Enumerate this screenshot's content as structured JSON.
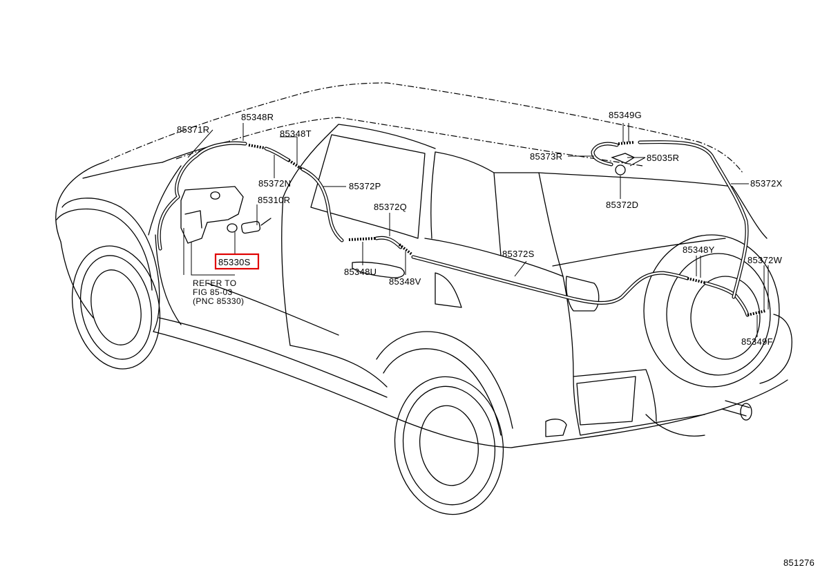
{
  "diagram_id": "851276",
  "highlight_color": "#e00000",
  "highlighted_part": "85330S",
  "parts": {
    "p85371R": "85371R",
    "p85348R": "85348R",
    "p85348T": "85348T",
    "p85372N": "85372N",
    "p85372P": "85372P",
    "p85310R": "85310R",
    "p85372Q": "85372Q",
    "p85330S": "85330S",
    "p85348U": "85348U",
    "p85348V": "85348V",
    "p85372S": "85372S",
    "p85349G": "85349G",
    "p85373R": "85373R",
    "p85035R": "85035R",
    "p85372D": "85372D",
    "p85372X": "85372X",
    "p85348Y": "85348Y",
    "p85372W": "85372W",
    "p85349F": "85349F"
  },
  "reference_note": {
    "line1": "REFER TO",
    "line2": "FIG 85-03",
    "line3": "(PNC 85330)"
  }
}
